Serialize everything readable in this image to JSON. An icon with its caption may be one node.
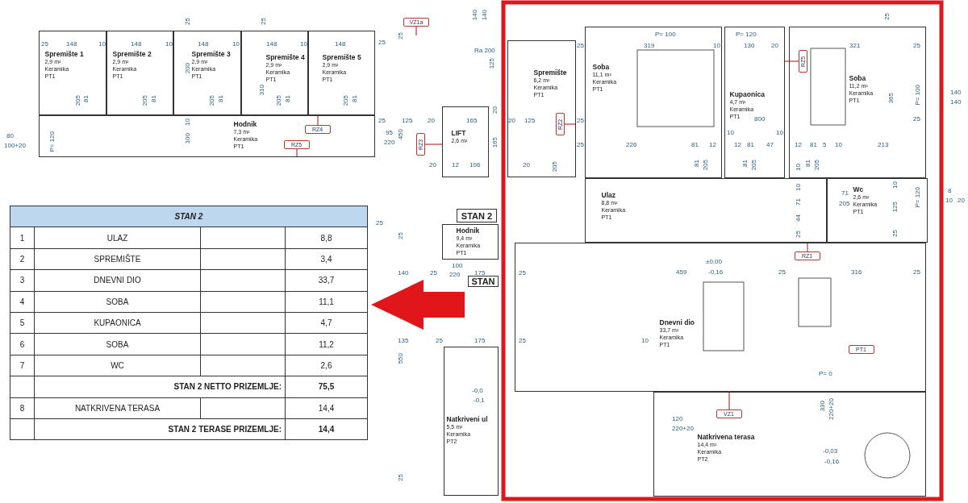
{
  "diagram": {
    "nodes": [
      {
        "text": [
          "Spremište 1",
          "2,9 m²",
          "Keramika",
          "PT1"
        ]
      },
      {
        "text": [
          "Spremište 2",
          "2,9 m²",
          "Keramika",
          "PT1"
        ]
      },
      {
        "text": [
          "Spremište 3",
          "2,9 m²",
          "Keramika",
          "PT1"
        ]
      },
      {
        "text": [
          "Spremište 4",
          "2,9 m²",
          "Keramika",
          "PT1"
        ]
      },
      {
        "text": [
          "Spremište 5",
          "2,9 m²",
          "Keramika",
          "PT1"
        ]
      },
      {
        "text": [
          "Hodnik",
          "7,3 m²",
          "Keramika",
          "PT1"
        ]
      },
      {
        "text": [
          "LIFT",
          "2,6 m²"
        ]
      },
      {
        "text": [
          "Spremište",
          "6,2 m²",
          "Keramika",
          "PT1"
        ]
      },
      {
        "text": [
          "Hodnik",
          "9,4 m²",
          "Keramika",
          "PT1"
        ]
      },
      {
        "text": [
          "Soba",
          "11,1 m²",
          "Keramika",
          "PT1"
        ]
      },
      {
        "text": [
          "Kupaonica",
          "4,7 m²",
          "Keramika",
          "PT1"
        ]
      },
      {
        "text": [
          "Soba",
          "11,2 m²",
          "Keramika",
          "PT1"
        ]
      },
      {
        "text": [
          "Ulaz",
          "8,8 m²",
          "Keramika",
          "PT1"
        ]
      },
      {
        "text": [
          "Wc",
          "2,6 m²",
          "Keramika",
          "PT1"
        ]
      },
      {
        "text": [
          "Dnevni dio",
          "33,7 m²",
          "Keramika",
          "PT1"
        ]
      },
      {
        "text": [
          "Natkrivena terasa",
          "14,4 m²",
          "Keramika",
          "PT2"
        ]
      },
      {
        "text": [
          "Natkriveni ul",
          "5,5 m²",
          "Keramika",
          "PT2"
        ]
      },
      {
        "text": [
          "RZ4"
        ],
        "in": 5
      },
      {
        "text": [
          "RZ5"
        ],
        "in": 5
      },
      {
        "text": [
          "VZ1a"
        ]
      },
      {
        "text": [
          "RZ3"
        ]
      },
      {
        "text": [
          "RZ2"
        ],
        "in": 7
      },
      {
        "text": [
          "RZ5"
        ],
        "in": 11
      },
      {
        "text": [
          "RZ1"
        ],
        "in": 14
      },
      {
        "text": [
          "PT1"
        ],
        "in": 14
      },
      {
        "text": [
          "VZ1"
        ],
        "in": 15
      },
      {
        "text": [
          "STAN 2"
        ]
      },
      {
        "text": [
          "STAN"
        ]
      }
    ],
    "edges": [
      {
        "from": 17,
        "to": 4,
        "arrow": "none"
      },
      {
        "from": 18,
        "to": 5,
        "arrow": "none"
      },
      {
        "from": 19,
        "to": null,
        "arrow": "none"
      },
      {
        "from": 20,
        "to": 6,
        "arrow": "none"
      },
      {
        "from": 21,
        "to": 7,
        "arrow": "none"
      },
      {
        "from": 22,
        "to": 10,
        "arrow": "none"
      },
      {
        "from": 23,
        "to": 12,
        "arrow": "none"
      },
      {
        "from": 25,
        "to": 15,
        "arrow": "none"
      }
    ],
    "labels": [
      "STAN 2",
      "1",
      "ULAZ",
      "8,8",
      "2",
      "SPREMIŠTE",
      "3,4",
      "3",
      "DNEVNI DIO",
      "33,7",
      "4",
      "SOBA",
      "11,1",
      "5",
      "KUPAONICA",
      "4,7",
      "6",
      "SOBA",
      "11,2",
      "7",
      "WC",
      "2,6",
      "STAN 2 NETTO PRIZEMLJE:",
      "75,5",
      "8",
      "NATKRIVENA TERASA",
      "14,4",
      "STAN 2 TERASE PRIZEMLJE:",
      "14,4",
      "25",
      "148",
      "10",
      "148",
      "10",
      "148",
      "10",
      "148",
      "10",
      "148",
      "25",
      "25",
      "200",
      "310",
      "205",
      "81",
      "205",
      "81",
      "205",
      "81",
      "205",
      "81",
      "205",
      "81",
      "10",
      "100",
      "80",
      "100+20",
      "P= 120",
      "25",
      "25",
      "140",
      "140",
      "Ra 200",
      "125",
      "25",
      "125",
      "20",
      "165",
      "20",
      "125",
      "25",
      "95",
      "220",
      "450",
      "20",
      "165",
      "20",
      "12",
      "106",
      "20",
      "205",
      "25",
      "25",
      "25",
      "P= 100",
      "P= 120",
      "25",
      "319",
      "10",
      "130",
      "20",
      "321",
      "25",
      "25",
      "226",
      "81",
      "12",
      "10",
      "12",
      "81",
      "47",
      "10",
      "12",
      "81",
      "5",
      "10",
      "213",
      "81",
      "205",
      "81",
      "205",
      "81",
      "205",
      "800",
      "365",
      "P= 100",
      "140",
      "140",
      "25",
      "10",
      "10",
      "71",
      "44",
      "25",
      "71",
      "205",
      "10",
      "125",
      "25",
      "P= 120",
      "8",
      "10",
      "20",
      "140",
      "25",
      "100",
      "220",
      "175",
      "25",
      "135",
      "25",
      "175",
      "25",
      "550",
      "-0,0",
      "-0,1",
      "25",
      "±0,00",
      "459",
      "-0,16",
      "25",
      "316",
      "25",
      "10",
      "P= 0",
      "330",
      "220+20",
      "120",
      "220+20",
      "-0,03",
      "-0,16"
    ]
  }
}
